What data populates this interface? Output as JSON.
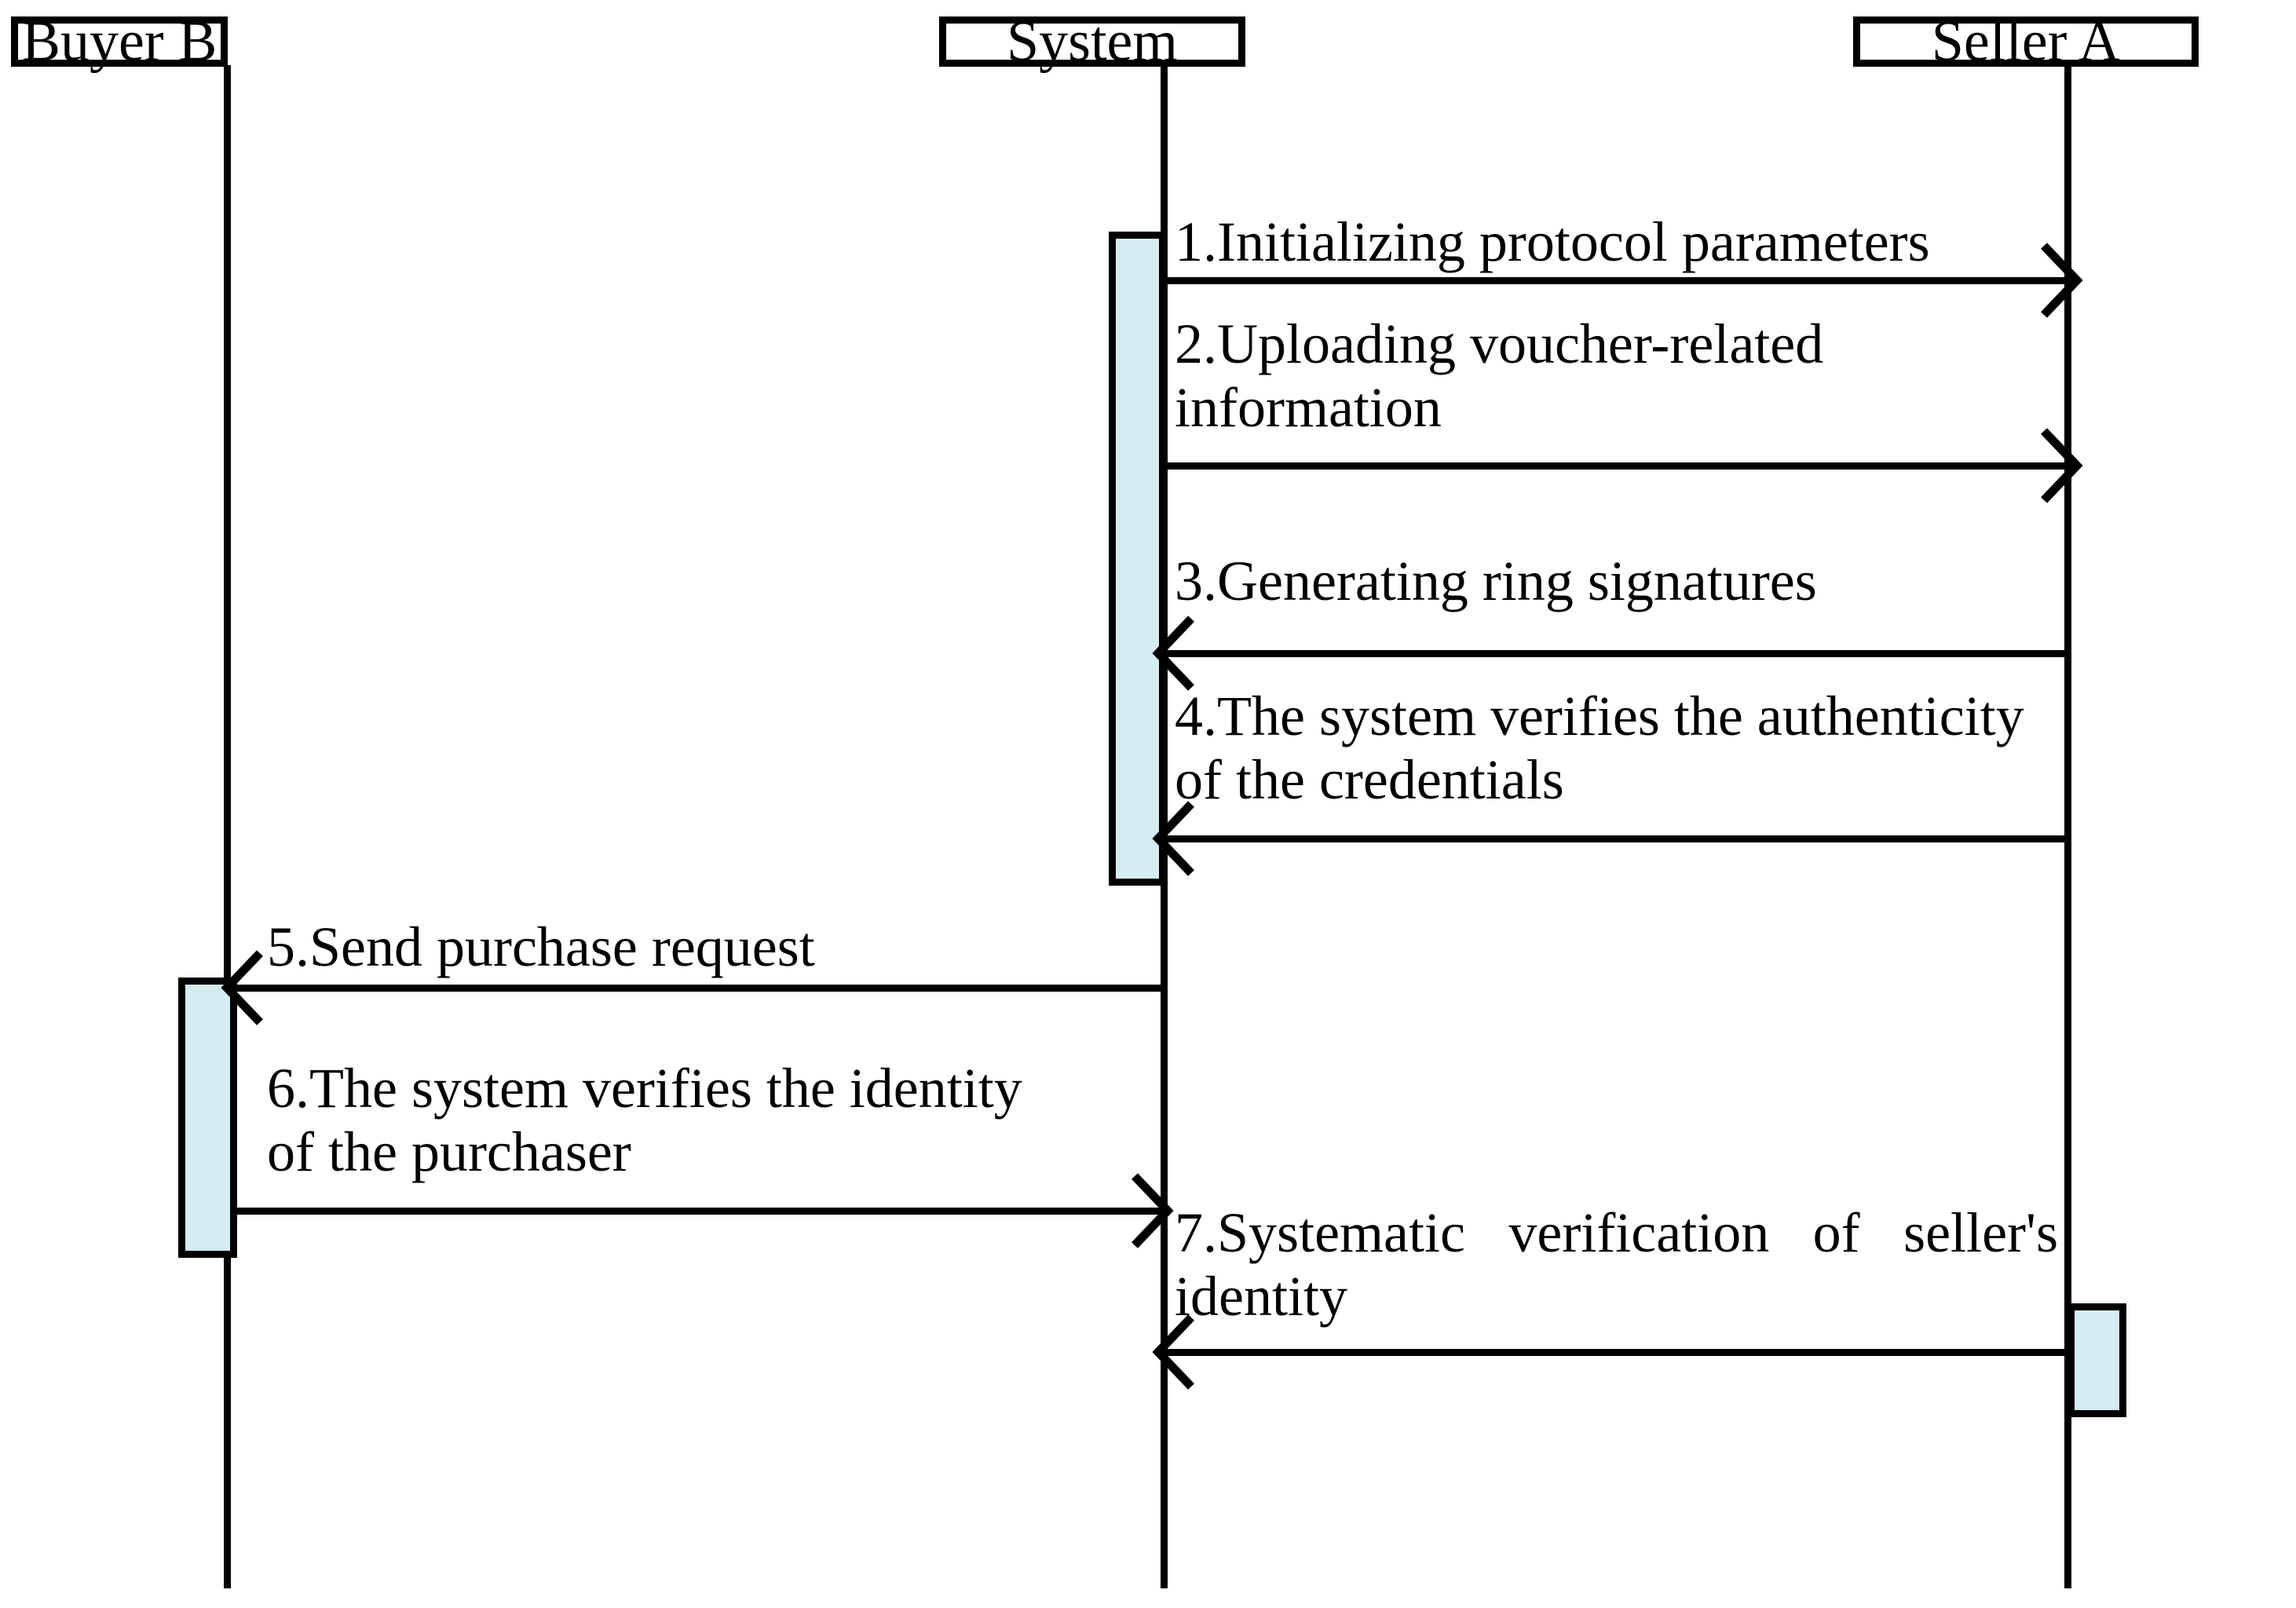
{
  "diagram": {
    "type": "uml-sequence-diagram",
    "background_color": "#ffffff",
    "line_color": "#000000",
    "activation_fill_color": "#d4ecf2",
    "actors": [
      {
        "id": "buyer",
        "label": "Buyer B"
      },
      {
        "id": "system",
        "label": "System"
      },
      {
        "id": "seller",
        "label": "Seller A"
      }
    ],
    "messages": [
      {
        "number": "1.",
        "label": "1.Initializing protocol parameters",
        "from": "system",
        "to": "seller",
        "direction": "right"
      },
      {
        "number": "2.",
        "label": "2.Uploading voucher-related information",
        "from": "system",
        "to": "seller",
        "direction": "right"
      },
      {
        "number": "3.",
        "label": "3.Generating ring signatures",
        "from": "seller",
        "to": "system",
        "direction": "left"
      },
      {
        "number": "4.",
        "label": "4.The system verifies the authenticity of the credentials",
        "from": "seller",
        "to": "system",
        "direction": "left"
      },
      {
        "number": "5.",
        "label": "5.Send purchase request",
        "from": "system",
        "to": "buyer",
        "direction": "left"
      },
      {
        "number": "6.",
        "label": "6.The system verifies the identity of the purchaser",
        "from": "buyer",
        "to": "system",
        "direction": "right"
      },
      {
        "number": "7.",
        "label": "7.Systematic verification of seller's identity",
        "from": "seller",
        "to": "system",
        "direction": "left"
      }
    ]
  }
}
